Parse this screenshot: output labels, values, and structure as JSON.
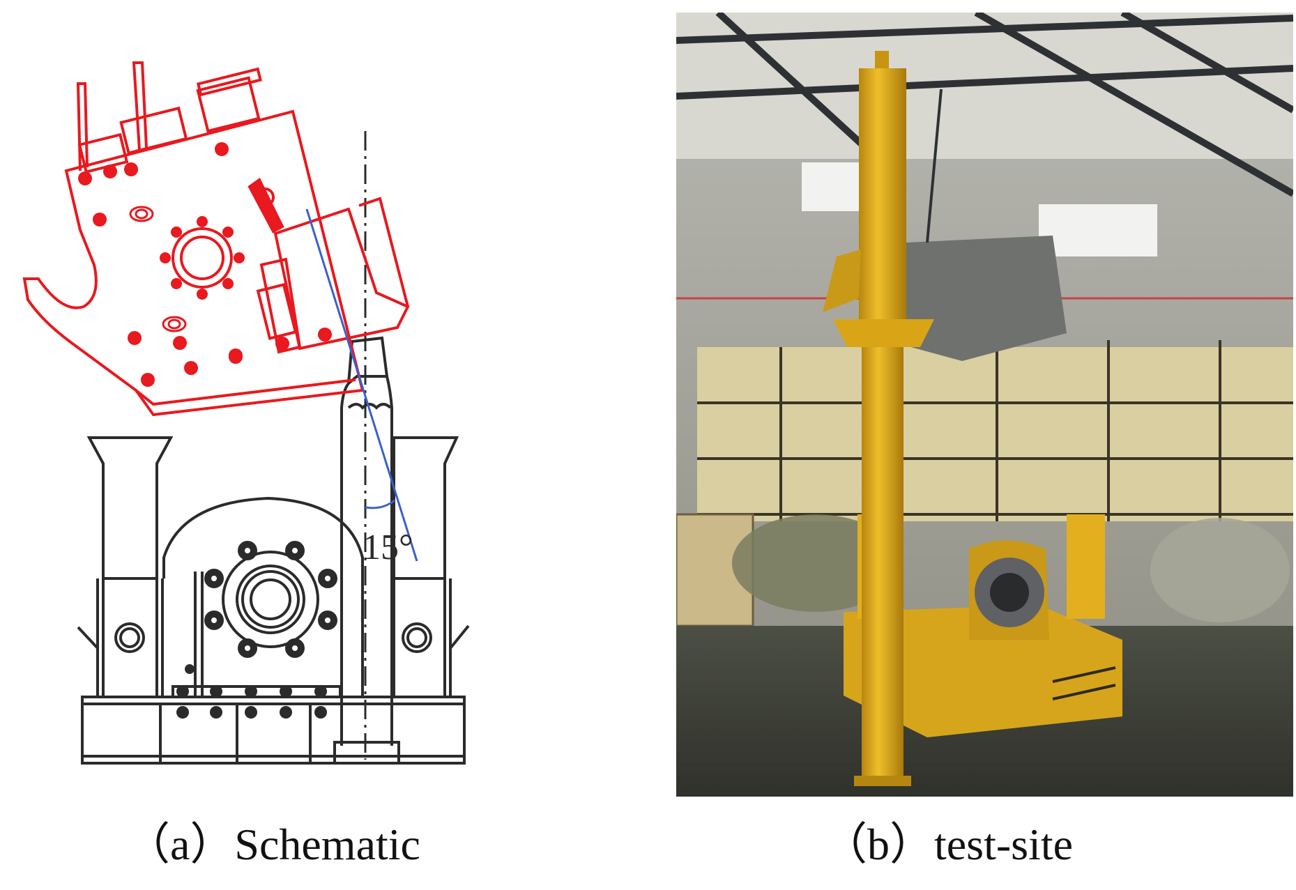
{
  "panels": [
    {
      "id": "a",
      "caption": "（a）Schematic",
      "angle_label": "15°"
    },
    {
      "id": "b",
      "caption": "（b）test-site"
    }
  ],
  "colors": {
    "schematic_red": "#e8191f",
    "outline_black": "#2b2b2b",
    "axis_blue": "#3a5fcd",
    "equipment_yellow": "#e7b21c",
    "crate_tan": "#d9cfa0",
    "background": "#ffffff"
  }
}
